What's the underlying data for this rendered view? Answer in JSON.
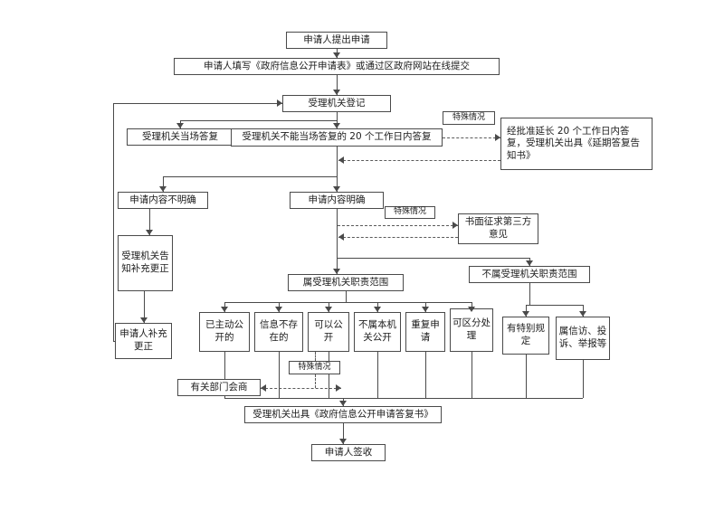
{
  "flowchart": {
    "nodes": {
      "submit": {
        "label": "申请人提出申请"
      },
      "fill_form": {
        "label": "申请人填写《政府信息公开申请表》或通过区政府网站在线提交"
      },
      "register": {
        "label": "受理机关登记"
      },
      "onspot_reply": {
        "label": "受理机关当场答复"
      },
      "reply_20days": {
        "label": "受理机关不能当场答复的 20 个工作日内答复"
      },
      "special_case_1": {
        "label": "特殊情况"
      },
      "extension": {
        "label": "经批准延长 20 个工作日内答复，受理机关出具《延期答复告知书》"
      },
      "content_unclear": {
        "label": "申请内容不明确"
      },
      "content_clear": {
        "label": "申请内容明确"
      },
      "special_case_2": {
        "label": "特殊情况"
      },
      "third_party": {
        "label": "书面征求第三方意见"
      },
      "notify_correction": {
        "label": "受理机关告知补充更正"
      },
      "in_scope": {
        "label": "属受理机关职责范围"
      },
      "out_of_scope": {
        "label": "不属受理机关职责范围"
      },
      "applicant_correction": {
        "label": "申请人补充更正"
      },
      "already_disclosed": {
        "label": "已主动公开的"
      },
      "info_not_exist": {
        "label": "信息不存在的"
      },
      "can_disclose": {
        "label": "可以公开"
      },
      "not_this_authority": {
        "label": "不属本机关公开"
      },
      "repeated_application": {
        "label": "重复申请"
      },
      "separable_handling": {
        "label": "可区分处理"
      },
      "special_provisions": {
        "label": "有特别规定"
      },
      "petition_complaint": {
        "label": "属信访、投诉、举报等"
      },
      "special_case_3": {
        "label": "特殊情况"
      },
      "department_consultation": {
        "label": "有关部门会商"
      },
      "reply_document": {
        "label": "受理机关出具《政府信息公开申请答复书》"
      },
      "sign_receipt": {
        "label": "申请人签收"
      }
    }
  }
}
